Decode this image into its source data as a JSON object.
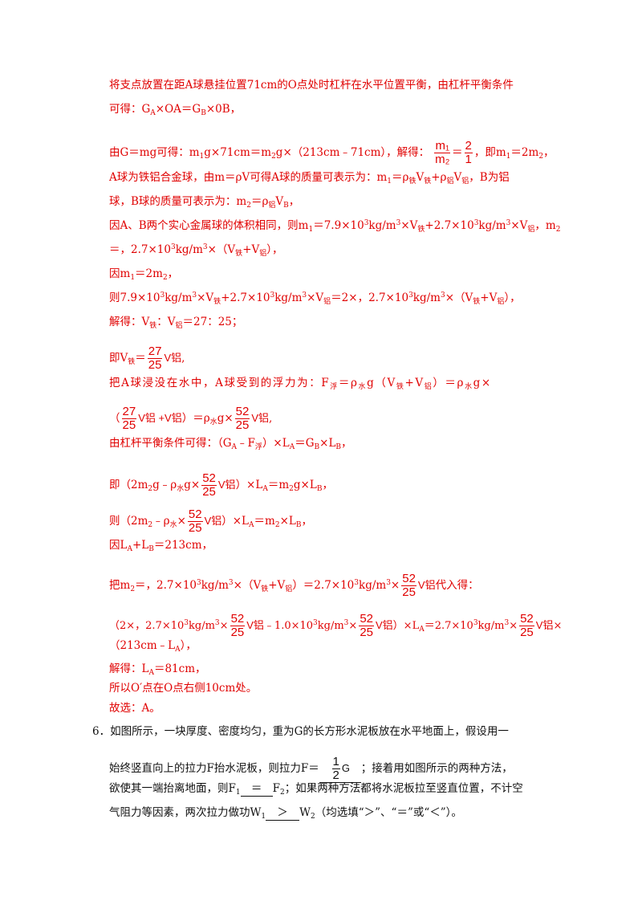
{
  "lines": [
    "将支点放置在距A球悬挂位置71cm的O点处时杠杆在水平位置平衡，由杠杆平衡条件",
    "可得：G",
    "由G＝mg可得：m",
    "A球为铁铝合金球，由m＝ρV可得A球的质量可表示为：m",
    "球，B球的质量可表示为：m",
    "因A、B两个实心金属球的体积相同，则m",
    "＝，2.7×10",
    "因m",
    "则7.9×10",
    "解得：V",
    "即V",
    "把A球浸没在水中，A球受到的浮力为：F",
    "由杠杆平衡条件可得：（G",
    "即（2m",
    "则（2m",
    "因L",
    "把m",
    "（2×，2.7×10",
    "（213cm﹣L",
    "解得：L",
    "所以O′点在O点右侧10cm处。",
    "故选：A。"
  ],
  "t": {
    "a1": "A",
    "a2": "×OA＝G",
    "a3": "B",
    "a4": "×0B，",
    "b1": "1",
    "b2": "g×71cm＝m",
    "b3": "2",
    "b4": "g×（213cm﹣71cm），解得：",
    "b_num": "m₁",
    "b_den": "m₂",
    "b_eq": "＝",
    "b_n2": "2",
    "b_d2": "1",
    "b5": "，即m",
    "b6": "1",
    "b7": "＝2m",
    "b8": "2",
    "b9": "，",
    "c1": "1",
    "c2": "＝ρ",
    "c3": "铁",
    "c4": "V",
    "c5": "铁",
    "c6": "+ρ",
    "c7": "铝",
    "c8": "V",
    "c9": "铝",
    "c10": "，B为铝",
    "d1": "2",
    "d2": "＝ρ",
    "d3": "铝",
    "d4": "V",
    "d5": "B",
    "d6": "，",
    "e1": "1",
    "e2": "＝7.9×10",
    "e3": "3",
    "e4": "kg/m",
    "e5": "3",
    "e6": "×V",
    "e7": "铁",
    "e8": "+2.7×10",
    "e9": "3",
    "e10": "kg/m",
    "e11": "3",
    "e12": "×V",
    "e13": "铝",
    "e14": "，m",
    "e15": "2",
    "f1": "3",
    "f2": "kg/m",
    "f3": "3",
    "f4": "×（V",
    "f5": "铁",
    "f6": "+V",
    "f7": "铝",
    "f8": "），",
    "g1": "1",
    "g2": "＝2m",
    "g3": "2",
    "g4": "，",
    "h1": "3",
    "h2": "kg/m",
    "h3": "3",
    "h4": "×V",
    "h5": "铁",
    "h6": "+2.7×10",
    "h7": "3",
    "h8": "kg/m",
    "h9": "3",
    "h10": "×V",
    "h11": "铝",
    "h12": "＝2×，2.7×10",
    "h13": "3",
    "h14": "kg/m",
    "h15": "3",
    "h16": "×（V",
    "h17": "铁",
    "h18": "+V",
    "h19": "铝",
    "h20": "），",
    "i1": "铁",
    "i2": "：V",
    "i3": "铝",
    "i4": "＝27：25；",
    "j1": "铁",
    "j2": "＝",
    "j_num": "27",
    "j_den": "25",
    "j_v": "V铝",
    "j3": ",",
    "k1": "浮",
    "k2": "＝ρ",
    "k3": "水",
    "k4": "g（V",
    "k5": "铁",
    "k6": "+V",
    "k7": "铝",
    "k8": "）＝ρ",
    "k9": "水",
    "k10": "g×",
    "l1": "（",
    "l_num": "27",
    "l_den": "25",
    "l_v": "V铝 +V铝",
    "l2": "）",
    "l3": "＝ρ",
    "l4": "水",
    "l5": "g×",
    "l_num2": "52",
    "l_den2": "25",
    "l_v2": "V铝",
    "l6": ",",
    "m1": "A",
    "m2": "﹣F",
    "m3": "浮",
    "m4": "）×L",
    "m5": "A",
    "m6": "＝G",
    "m7": "B",
    "m8": "×L",
    "m9": "B",
    "m10": "，",
    "n1": "2",
    "n2": "g﹣ρ",
    "n3": "水",
    "n4": "g×",
    "n_num": "52",
    "n_den": "25",
    "n_v": "V铝",
    "n5": "）×L",
    "n6": "A",
    "n7": "＝m",
    "n8": "2",
    "n9": "g×L",
    "n10": "B",
    "n11": "，",
    "o1": "2",
    "o2": "﹣ρ",
    "o3": "水",
    "o4": "×",
    "o_num": "52",
    "o_den": "25",
    "o_v": "V铝",
    "o5": "）×L",
    "o6": "A",
    "o7": "＝m",
    "o8": "2",
    "o9": "×L",
    "o10": "B",
    "o11": "，",
    "p1": "A",
    "p2": "+L",
    "p3": "B",
    "p4": "＝213cm，",
    "q1": "2",
    "q2": "＝，2.7×10",
    "q3": "3",
    "q4": "kg/m",
    "q5": "3",
    "q6": "×（V",
    "q7": "铁",
    "q8": "+V",
    "q9": "铝",
    "q10": "）＝2.7×10",
    "q11": "3",
    "q12": "kg/m",
    "q13": "3",
    "q14": "×",
    "q_num": "52",
    "q_den": "25",
    "q_v": "V铝",
    "q15": "代入得：",
    "r1": "3",
    "r2": "kg/m",
    "r3": "3",
    "r4": "×",
    "r_num": "52",
    "r_den": "25",
    "r_v": "V铝",
    "r5": "﹣1.0×10",
    "r6": "3",
    "r7": "kg/m",
    "r8": "3",
    "r9": "×",
    "r_num2": "52",
    "r_den2": "25",
    "r_v2": "V铝",
    "r10": "）×L",
    "r11": "A",
    "r12": "＝2.7×10",
    "r13": "3",
    "r14": "kg/m",
    "r15": "3",
    "r16": "×",
    "r_num3": "52",
    "r_den3": "25",
    "r_v3": "V铝",
    "r17": "×",
    "s1": "A",
    "s2": "），",
    "u1": "A",
    "u2": "＝81cm，"
  },
  "question": {
    "number": "6．",
    "line1": "如图所示，一块厚度、密度均匀，重为G的长方形水泥板放在水平地面上，假设用一",
    "line2a": "始终竖直向上的拉力F抬水泥板，则拉力F＝",
    "ans_num": "1",
    "ans_den": "2",
    "ans_g": "G",
    "line2b": "；接着用如图所示的两种方法，",
    "line3a": "欲使其一端抬离地面，则F",
    "f1sub": "1",
    "ans2": "＝",
    "line3b": "F",
    "f2sub": "2",
    "line3c": "；如果两种方法都将水泥板拉至竖直位置，不计空",
    "line4a": "气阻力等因素，两次拉力做功W",
    "w1sub": "1",
    "ans3": "＞",
    "line4b": "W",
    "w2sub": "2",
    "line4c": "（均选填“＞”、“＝”或“＜”）。"
  }
}
